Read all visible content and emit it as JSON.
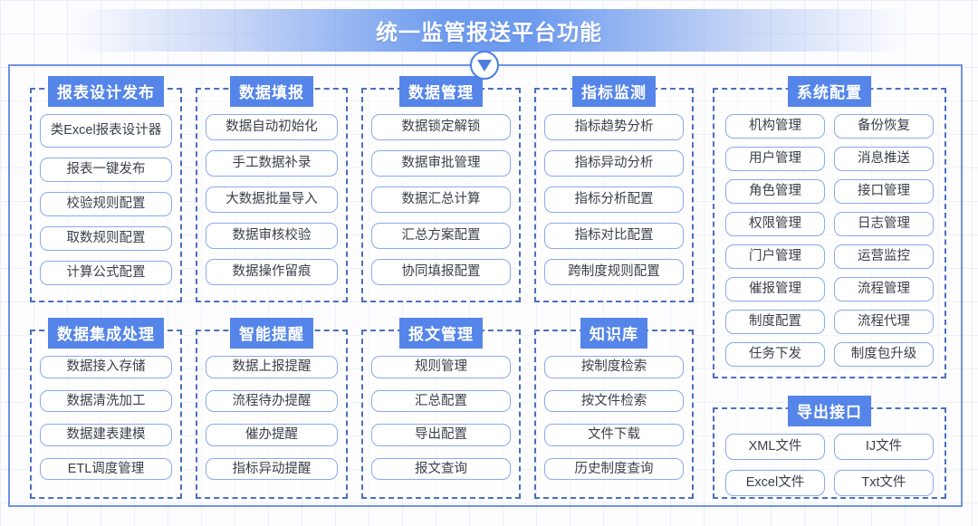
{
  "header": {
    "title": "统一监管报送平台功能",
    "arrow_icon": "chevron-down-triangle-icon"
  },
  "groups": {
    "top_row": [
      {
        "title": "报表设计发布",
        "items": [
          "类Excel报表设计器",
          "报表一键发布",
          "校验规则配置",
          "取数规则配置",
          "计算公式配置"
        ]
      },
      {
        "title": "数据填报",
        "items": [
          "数据自动初始化",
          "手工数据补录",
          "大数据批量导入",
          "数据审核校验",
          "数据操作留痕"
        ]
      },
      {
        "title": "数据管理",
        "items": [
          "数据锁定解锁",
          "数据审批管理",
          "数据汇总计算",
          "汇总方案配置",
          "协同填报配置"
        ]
      },
      {
        "title": "指标监测",
        "items": [
          "指标趋势分析",
          "指标异动分析",
          "指标分析配置",
          "指标对比配置",
          "跨制度规则配置"
        ]
      }
    ],
    "bottom_row": [
      {
        "title": "数据集成处理",
        "items": [
          "数据接入存储",
          "数据清洗加工",
          "数据建表建模",
          "ETL调度管理"
        ]
      },
      {
        "title": "智能提醒",
        "items": [
          "数据上报提醒",
          "流程待办提醒",
          "催办提醒",
          "指标异动提醒"
        ]
      },
      {
        "title": "报文管理",
        "items": [
          "规则管理",
          "汇总配置",
          "导出配置",
          "报文查询"
        ]
      },
      {
        "title": "知识库",
        "items": [
          "按制度检索",
          "按文件检索",
          "文件下载",
          "历史制度查询"
        ]
      }
    ],
    "system_config": {
      "title": "系统配置",
      "items": [
        "机构管理",
        "备份恢复",
        "用户管理",
        "消息推送",
        "角色管理",
        "接口管理",
        "权限管理",
        "日志管理",
        "门户管理",
        "运营监控",
        "催报管理",
        "流程管理",
        "制度配置",
        "流程代理",
        "任务下发",
        "制度包升级"
      ]
    },
    "export_interface": {
      "title": "导出接口",
      "items": [
        "XML文件",
        "IJ文件",
        "Excel文件",
        "Txt文件"
      ]
    }
  },
  "colors": {
    "accent": "#5585e8",
    "banner": "#6d9bee",
    "dashed_border": "#4a6fc0",
    "pill_border": "#8aa9ef",
    "frame_border": "#6e93e0"
  }
}
